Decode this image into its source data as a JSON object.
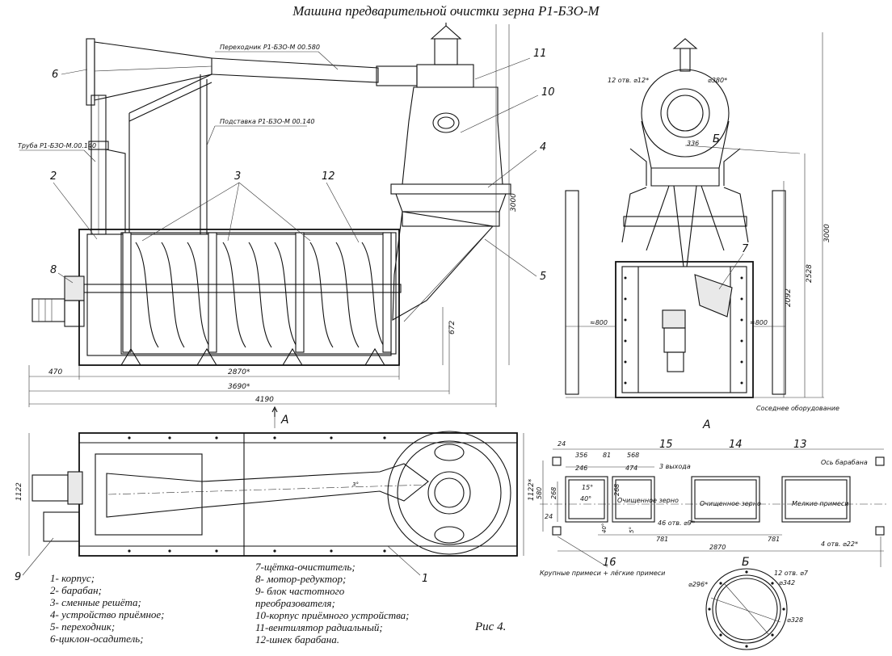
{
  "title": "Машина предварительной очистки зерна Р1-БЗО-М",
  "callouts": [
    "1",
    "2",
    "3",
    "4",
    "5",
    "6",
    "7",
    "8",
    "9",
    "10",
    "11",
    "12",
    "13",
    "14",
    "15",
    "16"
  ],
  "part_labels": {
    "perekhodnik": "Переходник Р1-БЗО-М 00.580",
    "podstavka": "Подставка Р1-БЗО-М 00.140",
    "truba": "Труба Р1-БЗО-М.00.140",
    "sosednee": "Соседнее оборудование",
    "os_barabana": "Ось барабана",
    "tri_vykhoda": "3 выхода",
    "ochishch1": "Очищенное зерно",
    "ochishch2": "Очищенное зерно",
    "melkie": "Мелкие примеси",
    "krupnye": "Крупные примеси + лёгкие примеси"
  },
  "view_labels": {
    "arrow_a": "А",
    "view_a": "А",
    "view_b_arrow": "Б",
    "view_b": "Б"
  },
  "dimensions": {
    "d470": "470",
    "d2870": "2870*",
    "d3690": "3690*",
    "d4190": "4190",
    "d672": "672",
    "d3000": "3000",
    "holes12": "12 отв. ⌀12*",
    "d380": "⌀380*",
    "d336": "336",
    "d800l": "≈800",
    "d800r": "≈800",
    "d2092": "2092",
    "d2528": "2528",
    "d3000b": "3000",
    "d1122l": "1122",
    "d1122r": "1122*",
    "d3deg": "3°",
    "d24a": "24",
    "d356": "356",
    "d81": "81",
    "d568": "568",
    "d246": "246",
    "d474": "474",
    "d268a": "268",
    "d268b": "268",
    "d580": "580",
    "d15": "15°",
    "d40": "40°",
    "d24b": "24",
    "d40b": "40°",
    "d5": "5°",
    "d46": "46 отв. ⌀9*",
    "d781a": "781",
    "d781b": "781",
    "d2870b": "2870",
    "holes4": "4 отв. ⌀22*",
    "holes12b": "12 отв. ⌀7",
    "d296": "⌀296*",
    "d342": "⌀342",
    "d328": "⌀328"
  },
  "legend_left": [
    "1- корпус;",
    "2- барабан;",
    "3- сменные решёта;",
    "4- устройство приёмное;",
    "5- переходник;",
    "6-циклон-осадитель;"
  ],
  "legend_right": [
    "7-щётка-очиститель;",
    "8- мотор-редуктор;",
    "9- блок частотного",
    "преобразователя;",
    "10-корпус приёмного устройства;",
    "11-вентилятор радиальный;",
    "12-шнек барабана."
  ],
  "figure_caption": "Рис 4."
}
